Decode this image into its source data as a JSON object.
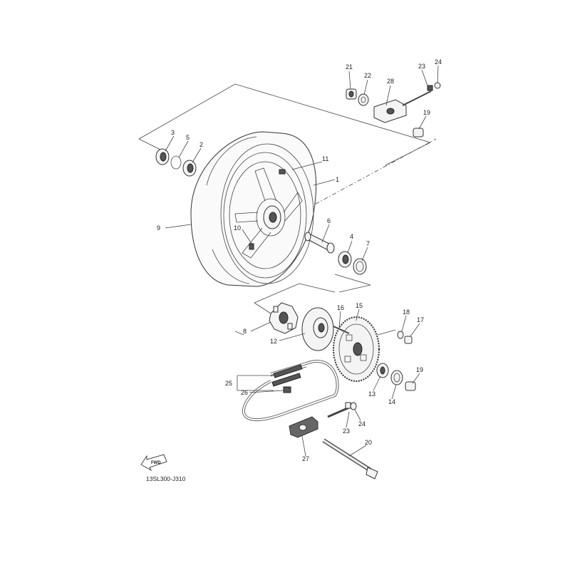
{
  "diagram_code": "13SL300-J310",
  "fwd_label": "FWD",
  "colors": {
    "line": "#444444",
    "part_fill": "#f4f4f4",
    "dark_fill": "#555555",
    "background": "#ffffff"
  },
  "part_labels": {
    "p1": "1",
    "p2": "2",
    "p3": "3",
    "p4": "4",
    "p5": "5",
    "p6": "6",
    "p7": "7",
    "p8": "8",
    "p9": "9",
    "p10": "10",
    "p11": "11",
    "p12": "12",
    "p13": "13",
    "p14": "14",
    "p15": "15",
    "p16": "16",
    "p17": "17",
    "p18": "18",
    "p19a": "19",
    "p19b": "19",
    "p20": "20",
    "p21": "21",
    "p22": "22",
    "p23a": "23",
    "p23b": "23",
    "p24a": "24",
    "p24b": "24",
    "p25": "25",
    "p26": "26",
    "p27": "27",
    "p28": "28"
  }
}
